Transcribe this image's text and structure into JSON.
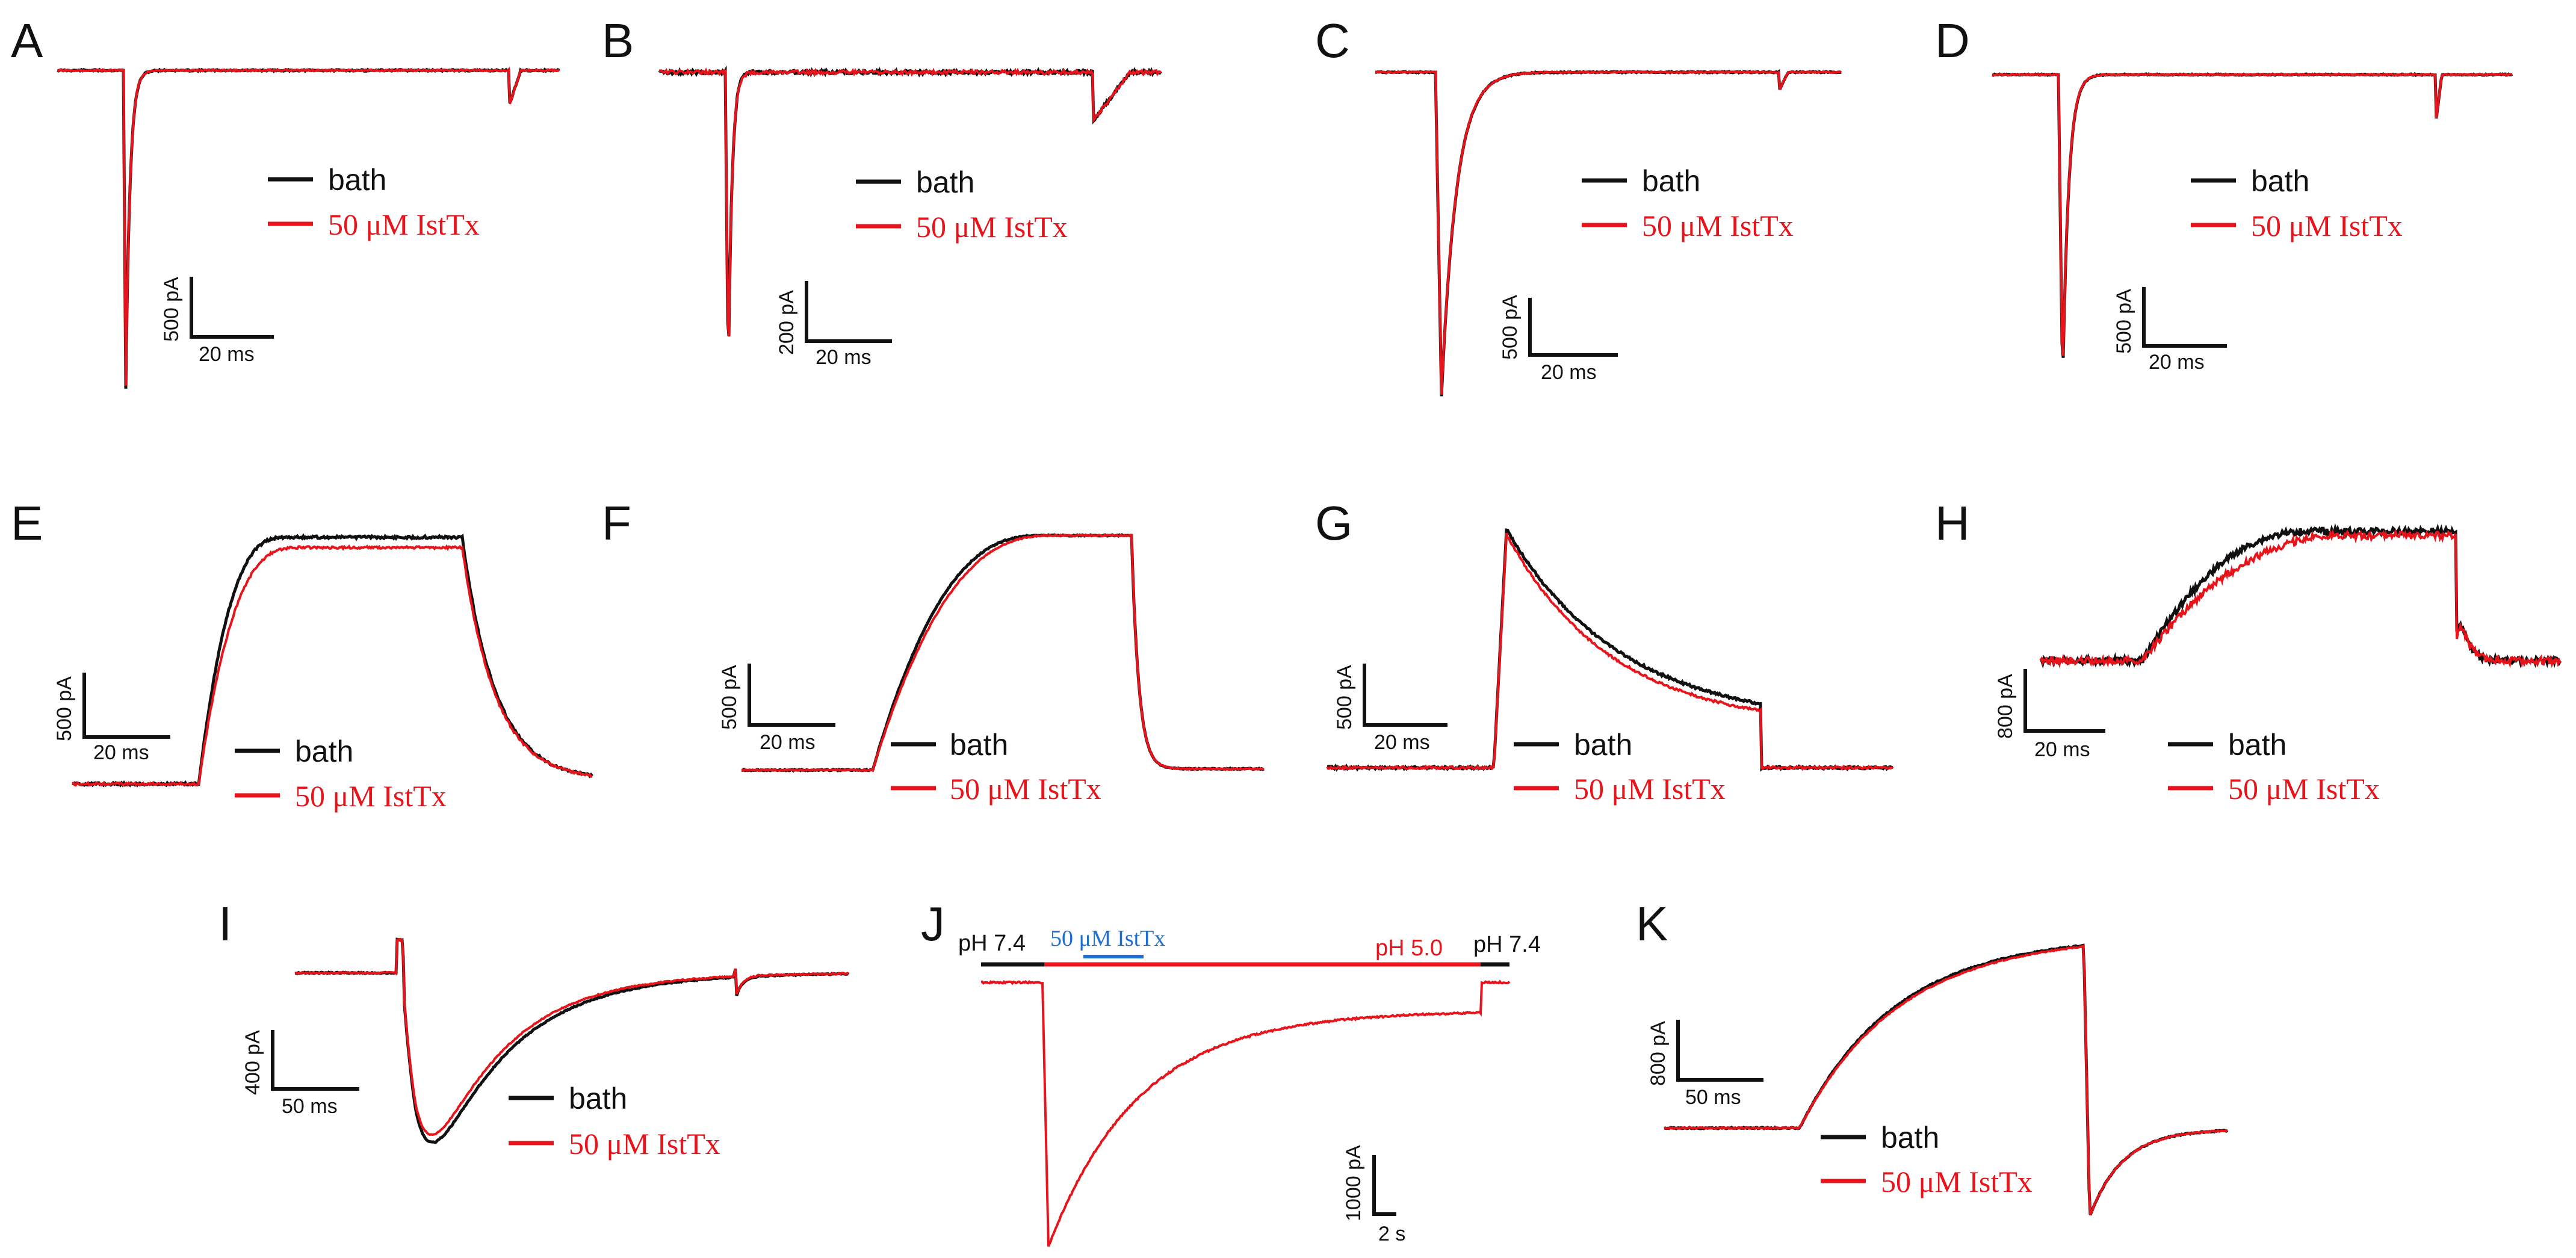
{
  "colors": {
    "bath": "#111111",
    "istx": "#e8141b",
    "toxin_bar": "#1e6fd0",
    "trace_outline": "#4a4a4a"
  },
  "chart_data": [
    {
      "type": "line",
      "panel": "A",
      "legend": {
        "bath": "bath",
        "drug": "50 μM IstTx"
      },
      "scalebar": {
        "y_label": "500 pA",
        "x_label": "20 ms"
      },
      "series": [
        {
          "name": "bath"
        },
        {
          "name": "50 μM IstTx"
        }
      ]
    },
    {
      "type": "line",
      "panel": "B",
      "legend": {
        "bath": "bath",
        "drug": "50 μM IstTx"
      },
      "scalebar": {
        "y_label": "200 pA",
        "x_label": "20 ms"
      },
      "series": [
        {
          "name": "bath"
        },
        {
          "name": "50 μM IstTx"
        }
      ]
    },
    {
      "type": "line",
      "panel": "C",
      "legend": {
        "bath": "bath",
        "drug": "50 μM IstTx"
      },
      "scalebar": {
        "y_label": "500 pA",
        "x_label": "20 ms"
      },
      "series": [
        {
          "name": "bath"
        },
        {
          "name": "50 μM IstTx"
        }
      ]
    },
    {
      "type": "line",
      "panel": "D",
      "legend": {
        "bath": "bath",
        "drug": "50 μM IstTx"
      },
      "scalebar": {
        "y_label": "500 pA",
        "x_label": "20 ms"
      },
      "series": [
        {
          "name": "bath"
        },
        {
          "name": "50 μM IstTx"
        }
      ]
    },
    {
      "type": "line",
      "panel": "E",
      "legend": {
        "bath": "bath",
        "drug": "50 μM IstTx"
      },
      "scalebar": {
        "y_label": "500 pA",
        "x_label": "20 ms"
      },
      "series": [
        {
          "name": "bath"
        },
        {
          "name": "50 μM IstTx"
        }
      ]
    },
    {
      "type": "line",
      "panel": "F",
      "legend": {
        "bath": "bath",
        "drug": "50 μM IstTx"
      },
      "scalebar": {
        "y_label": "500 pA",
        "x_label": "20 ms"
      },
      "series": [
        {
          "name": "bath"
        },
        {
          "name": "50 μM IstTx"
        }
      ]
    },
    {
      "type": "line",
      "panel": "G",
      "legend": {
        "bath": "bath",
        "drug": "50 μM IstTx"
      },
      "scalebar": {
        "y_label": "500 pA",
        "x_label": "20 ms"
      },
      "series": [
        {
          "name": "bath"
        },
        {
          "name": "50 μM IstTx"
        }
      ]
    },
    {
      "type": "line",
      "panel": "H",
      "legend": {
        "bath": "bath",
        "drug": "50 μM IstTx"
      },
      "scalebar": {
        "y_label": "800 pA",
        "x_label": "20 ms"
      },
      "series": [
        {
          "name": "bath"
        },
        {
          "name": "50 μM IstTx"
        }
      ]
    },
    {
      "type": "line",
      "panel": "I",
      "legend": {
        "bath": "bath",
        "drug": "50 μM IstTx"
      },
      "scalebar": {
        "y_label": "400 pA",
        "x_label": "50 ms"
      },
      "series": [
        {
          "name": "bath"
        },
        {
          "name": "50 μM IstTx"
        }
      ]
    },
    {
      "type": "line",
      "panel": "J",
      "legend": null,
      "scalebar": {
        "y_label": "1000 pA",
        "x_label": "2 s"
      },
      "protocol": {
        "ph_start": "pH 7.4",
        "toxin": "50 μM IstTx",
        "ph_test": "pH 5.0",
        "ph_end": "pH 7.4"
      },
      "series": [
        {
          "name": "pH 5.0"
        }
      ]
    },
    {
      "type": "line",
      "panel": "K",
      "legend": {
        "bath": "bath",
        "drug": "50 μM IstTx"
      },
      "scalebar": {
        "y_label": "800 pA",
        "x_label": "50 ms"
      },
      "series": [
        {
          "name": "bath"
        },
        {
          "name": "50 μM IstTx"
        }
      ]
    }
  ]
}
